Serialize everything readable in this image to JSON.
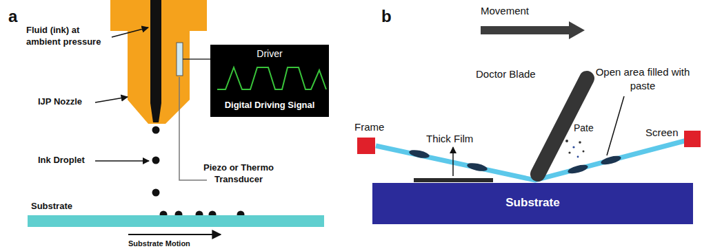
{
  "diagram": {
    "nodes": [
      {
        "text": [
          "Driver",
          "Digital Driving Signal"
        ]
      },
      {
        "text": [
          "Substrate"
        ]
      },
      {
        "text": [
          "Substrate"
        ]
      }
    ],
    "labels": [
      "a",
      "Fluid (ink) at ambient pressure",
      "IJP Nozzle",
      "Ink Droplet",
      "Piezo or Thermo Transducer",
      "Substrate Motion",
      "b",
      "Movement",
      "Doctor Blade",
      "Open area filled with paste",
      "Pate",
      "Frame",
      "Thick Film",
      "Screen"
    ]
  }
}
